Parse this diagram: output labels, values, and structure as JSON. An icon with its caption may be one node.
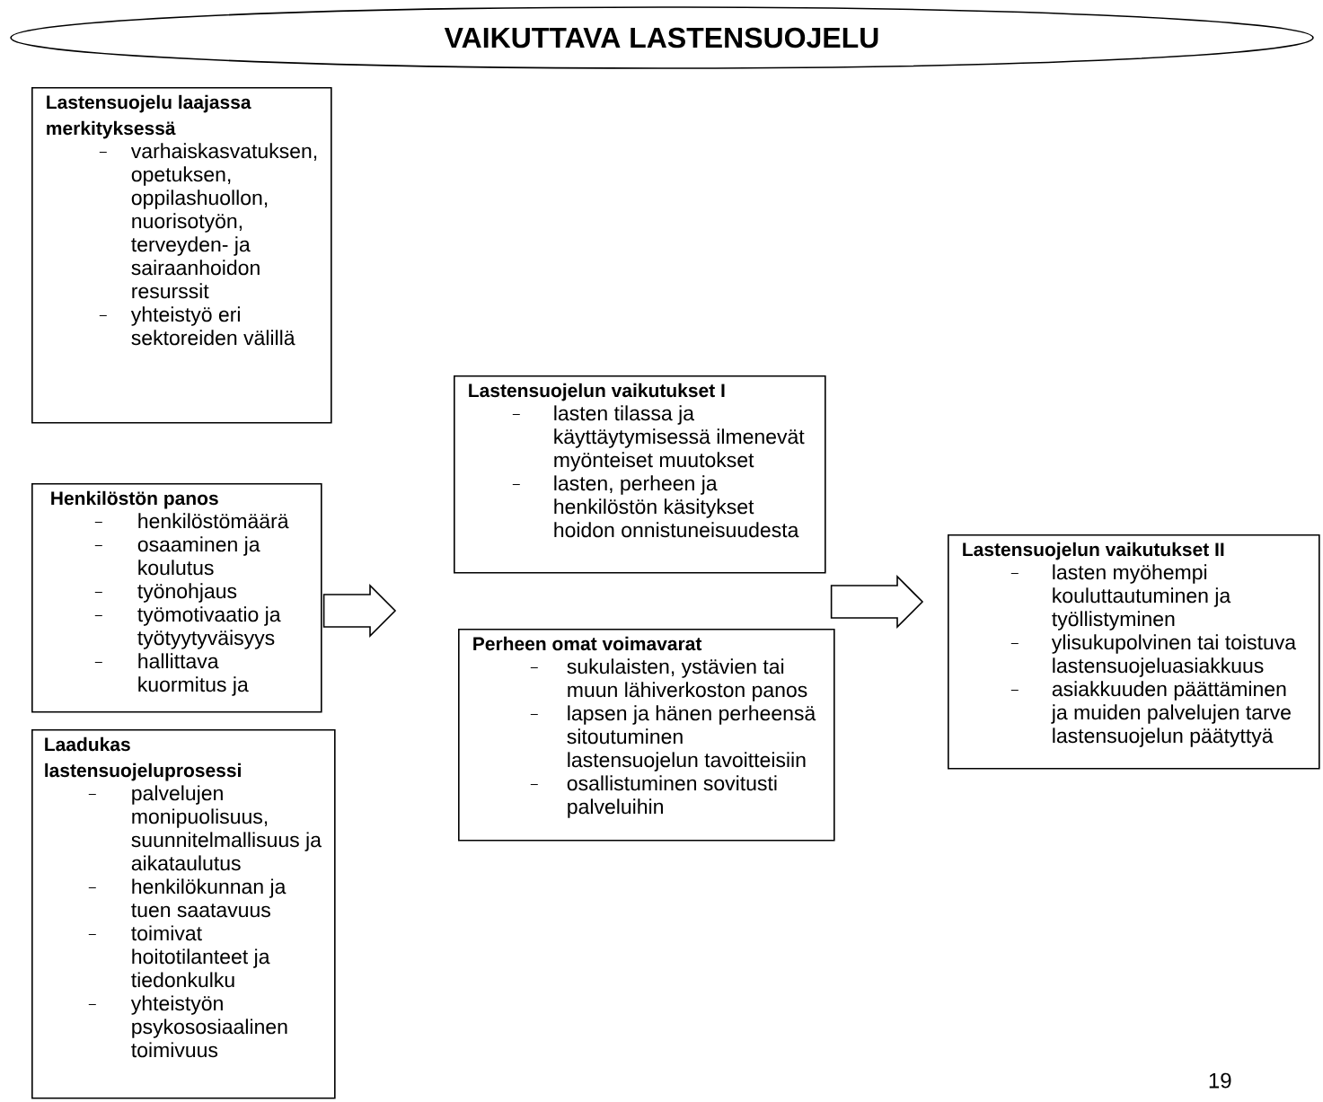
{
  "diagram": {
    "nodes": [
      {
        "text": [
          "VAIKUTTAVA LASTENSUOJELU"
        ]
      },
      {
        "text": [
          "Lastensuojelu laajassa merkityksessä",
          "varhaiskasvatuksen, opetuksen, oppilashuollon, nuorisotyön, terveyden- ja sairaanhoidon resurssit",
          "yhteistyö eri sektoreiden välillä"
        ]
      },
      {
        "text": [
          "Henkilöstön panos",
          "henkilöstömäärä",
          "osaaminen ja koulutus",
          "työnohjaus",
          "työmotivaatio ja työtyytyväisyys",
          "hallittava kuormitus ja"
        ]
      },
      {
        "text": [
          "Laadukas lastensuojeluprosessi",
          "palvelujen monipuolisuus, suunnitelmallisuus ja aikataulutus",
          "henkilökunnan ja tuen saatavuus",
          "toimivat hoitotilanteet ja tiedonkulku",
          "yhteistyön psykososiaalinen toimivuus"
        ]
      },
      {
        "text": [
          "Lastensuojelun vaikutukset I",
          "lasten tilassa ja käyttäytymisessä ilmenevät myönteiset muutokset",
          "lasten, perheen ja henkilöstön käsitykset hoidon onnistuneisuudesta"
        ]
      },
      {
        "text": [
          "Perheen omat voimavarat",
          "sukulaisten, ystävien tai muun lähiverkoston panos",
          "lapsen ja hänen perheensä sitoutuminen lastensuojelun tavoitteisiin",
          "osallistuminen sovitusti palveluihin"
        ]
      },
      {
        "text": [
          "Lastensuojelun vaikutukset II",
          "lasten myöhempi kouluttautuminen ja työllistyminen",
          "ylisukupolvinen tai toistuva lastensuojeluasiakkuus",
          "asiakkuuden päättäminen ja muiden palvelujen tarve lastensuojelun päätyttyä"
        ]
      }
    ],
    "edges": [
      {
        "from": 2,
        "to": 4,
        "arrow": "to"
      },
      {
        "from": 4,
        "to": 6,
        "arrow": "to"
      }
    ],
    "labels": [
      "19"
    ]
  }
}
